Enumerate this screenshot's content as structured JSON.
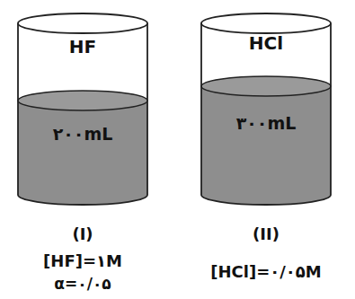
{
  "diagram": {
    "nodes": [
      {
        "text": [
          "HF",
          "۲۰۰mL"
        ]
      },
      {
        "text": [
          "HCl",
          "۳۰۰mL"
        ]
      }
    ],
    "labels": [
      "(I)",
      "[HF]=۱M",
      "α=۰/۰۵",
      "(II)",
      "[HCl]=۰/۰۵M"
    ]
  }
}
